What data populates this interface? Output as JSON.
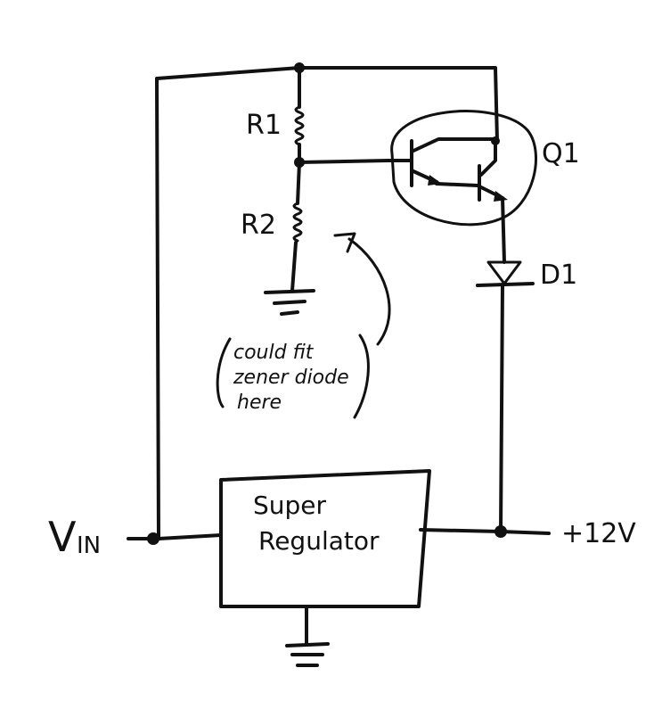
{
  "labels": {
    "r1": "R1",
    "r2": "R2",
    "q1": "Q1",
    "d1": "D1",
    "vin_v": "V",
    "vin_sub": "IN",
    "output": "+12V",
    "regulator_line1": "Super",
    "regulator_line2": "Regulator"
  },
  "annotation": {
    "line1": "could fit",
    "line2": "zener diode",
    "line3": "here"
  },
  "style": {
    "ink": "#111111",
    "background": "#ffffff"
  }
}
